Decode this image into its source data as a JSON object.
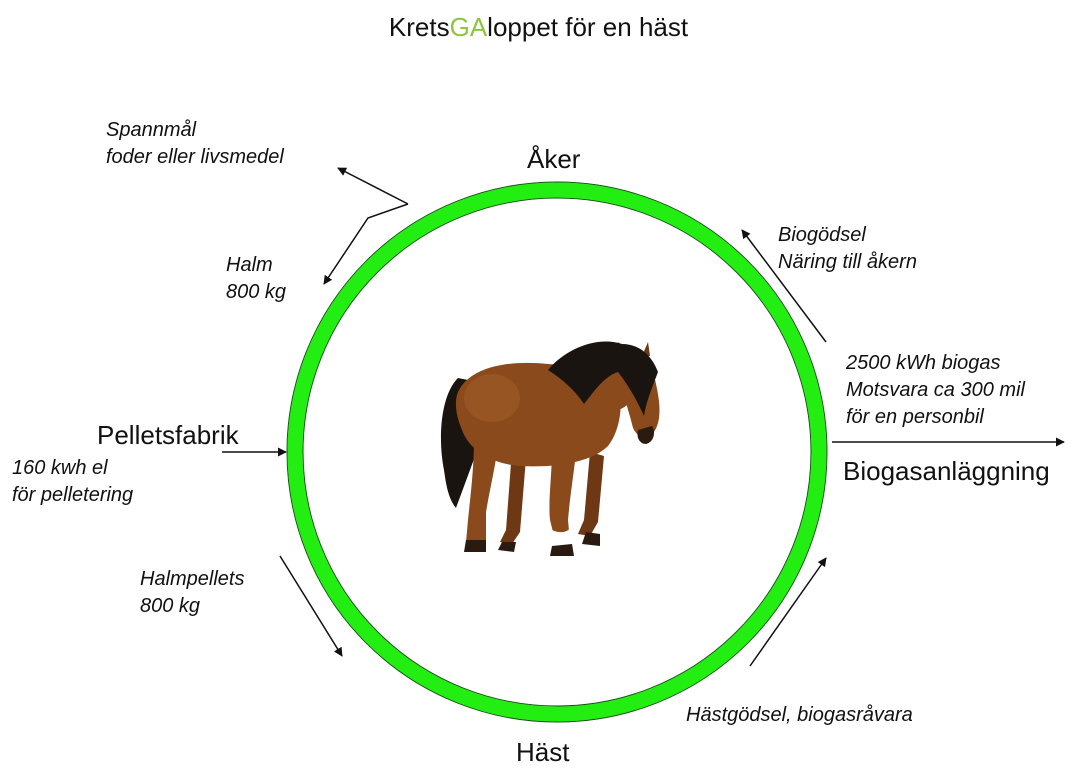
{
  "title": {
    "prefix": "Krets",
    "highlight": "GA",
    "suffix": "loppet för en häst"
  },
  "colors": {
    "ring": "#22ee11",
    "highlight": "#8cc63f",
    "horse_body": "#8a4a1c",
    "horse_mane": "#1a1410"
  },
  "nodes": {
    "top": "Åker",
    "bottom": "Häst",
    "left": "Pelletsfabrik",
    "right": "Biogasanläggning"
  },
  "notes": {
    "spannmal": "Spannmål\nfoder eller livsmedel",
    "halm": "Halm\n800 kg",
    "el": "160 kwh el\nför pelletering",
    "halmpellets": "Halmpellets\n800 kg",
    "biogodsel": "Biogödsel\nNäring till åkern",
    "biogas": "2500 kWh biogas\nMotsvara ca 300 mil\nför en personbil",
    "hastgodsel": "Hästgödsel, biogasråvara"
  },
  "center_image": "horse"
}
